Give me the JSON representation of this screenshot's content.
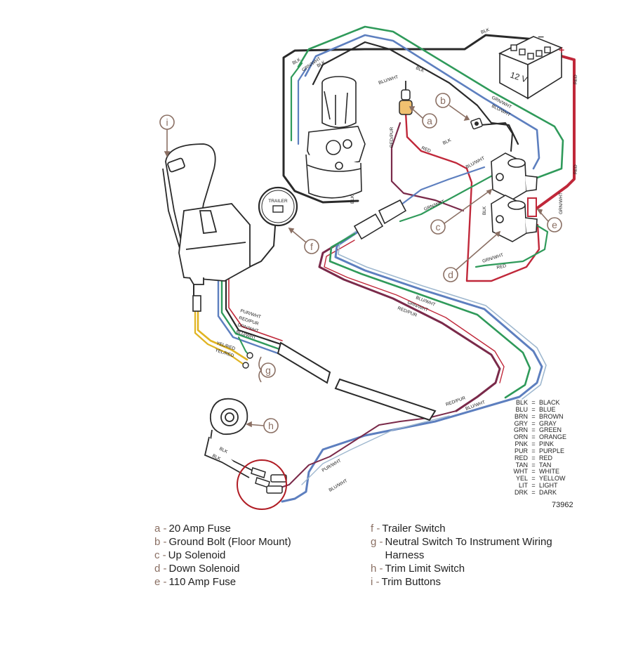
{
  "wire_labels": {
    "blk": "BLK",
    "grn_wht": "GRN/WHT",
    "blu_wht": "BLU/WHT",
    "red": "RED",
    "red_pur": "RED/PUR",
    "pur_wht": "PUR/WHT",
    "yel_red": "YEL/RED",
    "grn": "GRN"
  },
  "battery_label": "12 V",
  "battery_minus": "−",
  "battery_plus": "+",
  "trailer_label": "TRAILER",
  "badges": {
    "a": "a",
    "b": "b",
    "c": "c",
    "d": "d",
    "e": "e",
    "f": "f",
    "g": "g",
    "h": "h",
    "i": "i"
  },
  "legend": [
    {
      "abbr": "BLK",
      "name": "BLACK"
    },
    {
      "abbr": "BLU",
      "name": "BLUE"
    },
    {
      "abbr": "BRN",
      "name": "BROWN"
    },
    {
      "abbr": "GRY",
      "name": "GRAY"
    },
    {
      "abbr": "GRN",
      "name": "GREEN"
    },
    {
      "abbr": "ORN",
      "name": "ORANGE"
    },
    {
      "abbr": "PNK",
      "name": "PINK"
    },
    {
      "abbr": "PUR",
      "name": "PURPLE"
    },
    {
      "abbr": "RED",
      "name": "RED"
    },
    {
      "abbr": "TAN",
      "name": "TAN"
    },
    {
      "abbr": "WHT",
      "name": "WHITE"
    },
    {
      "abbr": "YEL",
      "name": "YELLOW"
    },
    {
      "abbr": "LIT",
      "name": "LIGHT"
    },
    {
      "abbr": "DRK",
      "name": "DARK"
    }
  ],
  "legend_eq": "=",
  "figure_number": "73962",
  "key_left": [
    {
      "letter": "a -",
      "text": "20 Amp Fuse"
    },
    {
      "letter": "b -",
      "text": "Ground Bolt (Floor Mount)"
    },
    {
      "letter": "c -",
      "text": "Up Solenoid"
    },
    {
      "letter": "d -",
      "text": "Down Solenoid"
    },
    {
      "letter": "e -",
      "text": "110 Amp Fuse"
    }
  ],
  "key_right": [
    {
      "letter": "f -",
      "text": "Trailer Switch"
    },
    {
      "letter": "g -",
      "text": "Neutral Switch To Instrument Wiring\nHarness"
    },
    {
      "letter": "h -",
      "text": "Trim Limit Switch"
    },
    {
      "letter": "i -",
      "text": "Trim Buttons"
    }
  ],
  "colors": {
    "black": "#2a2a2a",
    "red": "#c0283a",
    "green": "#2f9a5a",
    "blue": "#5d7fbf",
    "purple": "#7a2a4a",
    "yellow": "#e0b422",
    "white_wire": "#9fb8cf",
    "badge": "#8a6f63",
    "highlight": "#b01c24"
  }
}
